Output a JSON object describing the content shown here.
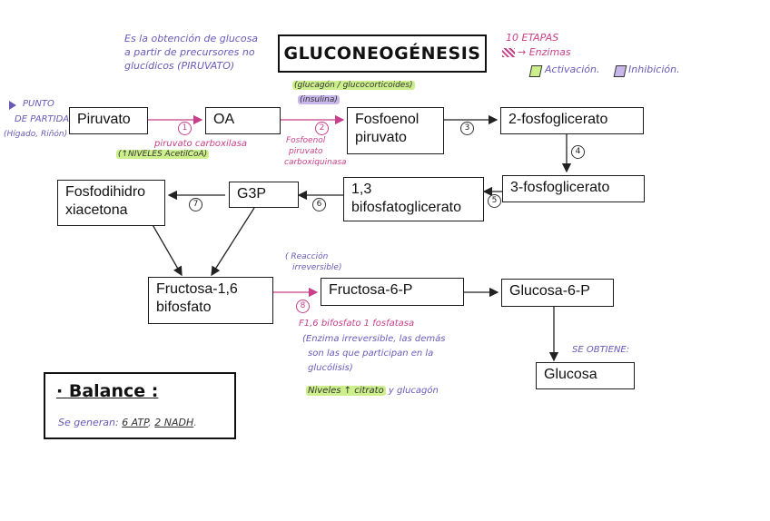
{
  "title": "GLUCONEOGÉNESIS",
  "definition": [
    "Es la obtención de glucosa",
    "a partir de precursores no",
    "glucídicos (PIRUVATO)"
  ],
  "legend": {
    "etapas": "10 ETAPAS",
    "enzimas": "→ Enzimas",
    "activacion": "Activación.",
    "inhibicion": "Inhibición."
  },
  "start": {
    "line1": "PUNTO",
    "line2": "DE PARTIDA",
    "line3": "(Hígado, Riñón)"
  },
  "boxes": {
    "piruvato": "Piruvato",
    "oa": "OA",
    "fosfoenol_1": "Fosfoenol",
    "fosfoenol_2": "piruvato",
    "dos_pg": "2-fosfoglicerato",
    "tres_pg": "3-fosfoglicerato",
    "bpg_1": "1,3",
    "bpg_2": "bifosfatoglicerato",
    "g3p": "G3P",
    "dhap_1": "Fosfodihidro",
    "dhap_2": "xiacetona",
    "fbp_1": "Fructosa-1,6",
    "fbp_2": "bifosfato",
    "f6p": "Fructosa-6-P",
    "g6p": "Glucosa-6-P",
    "glucosa": "Glucosa"
  },
  "steps": [
    "1",
    "2",
    "3",
    "4",
    "5",
    "6",
    "7",
    "8"
  ],
  "notes": {
    "enzyme1": "piruvato carboxilasa",
    "enzyme1_reg": "(↑NIVELES AcetilCoA)",
    "reg2_act": "(glucagón / glucocorticoides)",
    "reg2_inh": "(insulina)",
    "enzyme2": [
      "Fosfoenol",
      "piruvato",
      "carboxiquinasa"
    ],
    "irrev": [
      "( Reacción",
      "irreversible)"
    ],
    "enzyme8": "F1,6 bifosfato 1 fosfatasa",
    "enzyme8_note": [
      "(Enzima irreversible, las demás",
      "son las que participan en la",
      "glucólisis)"
    ],
    "enzyme8_reg": [
      "Niveles ↑ citrato",
      "y glucagón"
    ],
    "obtiene": "SE OBTIENE:"
  },
  "balance": {
    "title": "· Balance :",
    "text": "Se generan:",
    "atp": "6 ATP",
    "nadh": "2 NADH"
  }
}
